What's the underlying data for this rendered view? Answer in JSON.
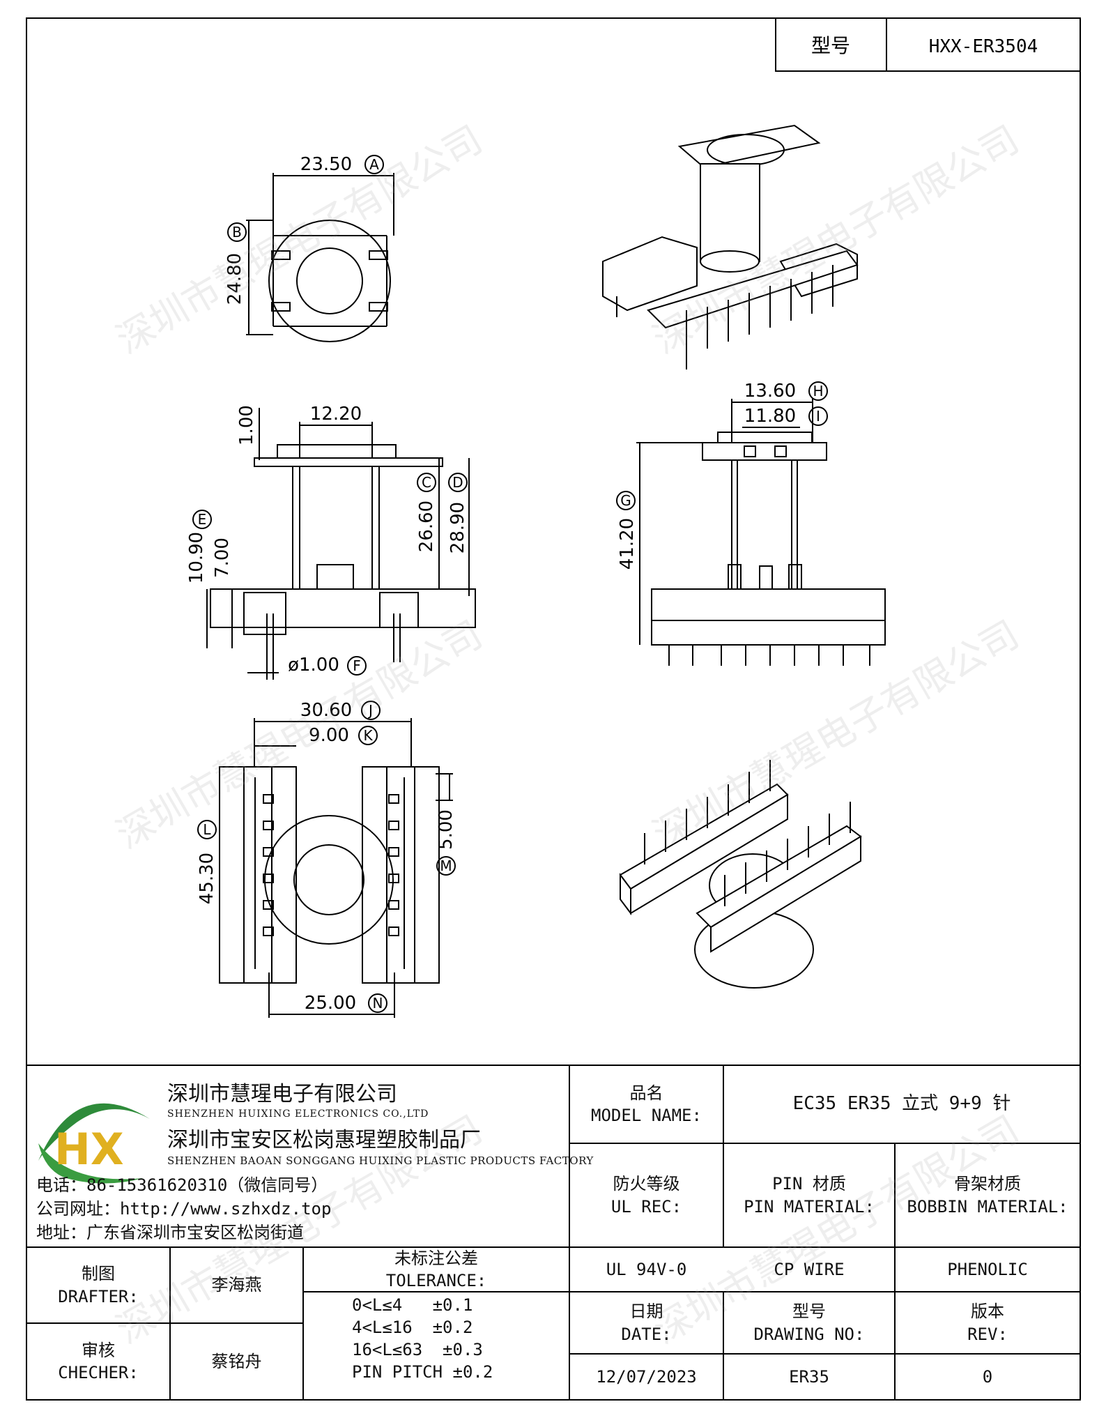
{
  "header": {
    "model_label": "型号",
    "model_value": "HXX-ER3504"
  },
  "dimensions": {
    "a": "23.50",
    "a_tag": "A",
    "b": "24.80",
    "b_tag": "B",
    "top_thickness": "1.00",
    "c_width": "12.20",
    "c": "26.60",
    "c_tag": "C",
    "d": "28.90",
    "d_tag": "D",
    "e": "10.90",
    "e_tag": "E",
    "seven": "7.00",
    "f": "ø1.00",
    "f_tag": "F",
    "h": "13.60",
    "h_tag": "H",
    "i": "11.80",
    "i_tag": "I",
    "g": "41.20",
    "g_tag": "G",
    "j": "30.60",
    "j_tag": "J",
    "k": "9.00",
    "k_tag": "K",
    "l": "45.30",
    "l_tag": "L",
    "m": "5.00",
    "m_tag": "M",
    "n": "25.00",
    "n_tag": "N"
  },
  "watermark": "深圳市慧瑆电子有限公司",
  "company": {
    "name_cn": "深圳市慧瑆电子有限公司",
    "name_en": "SHENZHEN HUIXING ELECTRONICS CO.,LTD",
    "factory_cn": "深圳市宝安区松岗惠瑆塑胶制品厂",
    "factory_en": "SHENZHEN BAOAN SONGGANG HUIXING PLASTIC PRODUCTS FACTORY",
    "phone": "电话：86-15361620310（微信同号）",
    "website": "公司网址：http://www.szhxdz.top",
    "address": "地址：广东省深圳市宝安区松岗街道",
    "logo_text": "HX"
  },
  "title_block": {
    "model_name_cn": "品名",
    "model_name_en": "MODEL NAME:",
    "model_name_value": "EC35 ER35 立式 9+9 针",
    "ul_cn": "防火等级",
    "ul_en": "UL REC:",
    "pin_cn": "PIN 材质",
    "pin_en": "PIN MATERIAL:",
    "bobbin_cn": "骨架材质",
    "bobbin_en": "BOBBIN MATERIAL:",
    "ul_value": "UL 94V-0",
    "pin_value": "CP WIRE",
    "bobbin_value": "PHENOLIC",
    "drafter_cn": "制图",
    "drafter_en": "DRAFTER:",
    "drafter_value": "李海燕",
    "checker_cn": "审核",
    "checker_en": "CHECHER:",
    "checker_value": "蔡铭舟",
    "tolerance_cn": "未标注公差",
    "tolerance_en": "TOLERANCE:",
    "tolerance_lines": [
      "0<L≤4   ±0.1",
      "4<L≤16  ±0.2",
      "16<L≤63  ±0.3",
      "PIN PITCH ±0.2"
    ],
    "date_cn": "日期",
    "date_en": "DATE:",
    "date_value": "12/07/2023",
    "drawing_cn": "型号",
    "drawing_en": "DRAWING NO:",
    "drawing_value": "ER35",
    "rev_cn": "版本",
    "rev_en": "REV:",
    "rev_value": "0"
  }
}
